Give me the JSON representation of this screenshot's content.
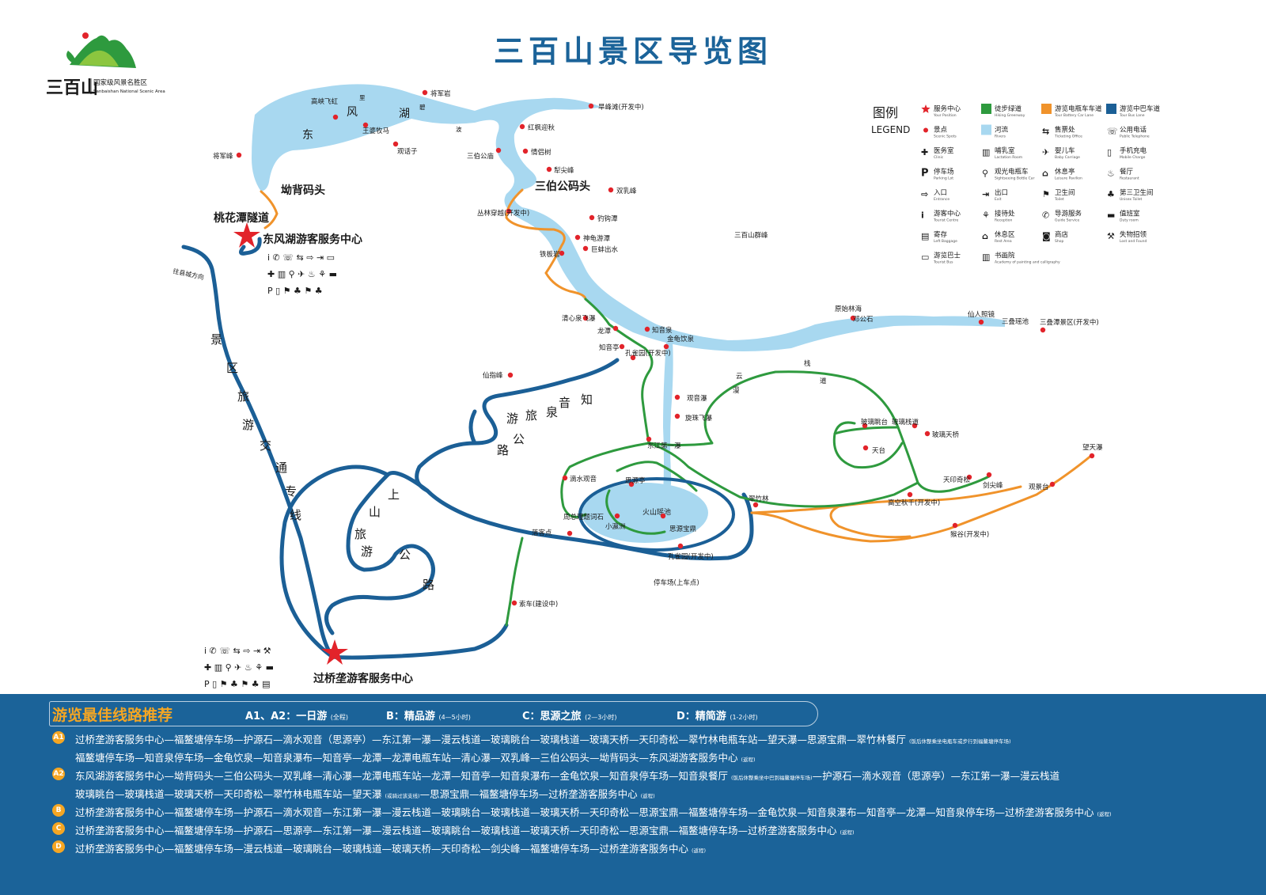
{
  "title": "三百山景区导览图",
  "logo": {
    "name": "三百山",
    "subtitle_cn": "国家级风景名胜区",
    "subtitle_en": "Sanbaishan National Scenic Area"
  },
  "legend": {
    "title_cn": "图例",
    "title_en": "LEGEND",
    "items": [
      {
        "cn": "服务中心",
        "en": "Your Position",
        "icon": "star-icon"
      },
      {
        "cn": "徒步绿道",
        "en": "Hiking Greenway",
        "icon": "green-swatch"
      },
      {
        "cn": "游览电瓶车车道",
        "en": "Tour Battery Car Lane",
        "icon": "orange-swatch"
      },
      {
        "cn": "游览中巴车道",
        "en": "Tour Bus Lane",
        "icon": "blue-swatch"
      },
      {
        "cn": "景点",
        "en": "Scenic Spots",
        "icon": "red-dot"
      },
      {
        "cn": "河流",
        "en": "Rivers",
        "icon": "river-swatch"
      },
      {
        "cn": "售票处",
        "en": "Ticketing Office",
        "icon": "ticket-icon"
      },
      {
        "cn": "公用电话",
        "en": "Public Telephone",
        "icon": "phone-icon"
      },
      {
        "cn": "医务室",
        "en": "Clinic",
        "icon": "cross-icon"
      },
      {
        "cn": "哺乳室",
        "en": "Lactation Room",
        "icon": "baby-bottle-icon"
      },
      {
        "cn": "婴儿车",
        "en": "Baby Carriage",
        "icon": "stroller-icon"
      },
      {
        "cn": "手机充电",
        "en": "Mobile Charge",
        "icon": "charge-icon"
      },
      {
        "cn": "停车场",
        "en": "Parking Lot",
        "icon": "parking-icon"
      },
      {
        "cn": "观光电瓶车",
        "en": "Sightseeing Bottle Car",
        "icon": "cart-icon"
      },
      {
        "cn": "休息亭",
        "en": "Leisure Pavilion",
        "icon": "pavilion-icon"
      },
      {
        "cn": "餐厅",
        "en": "Restaurant",
        "icon": "restaurant-icon"
      },
      {
        "cn": "入口",
        "en": "Entrance",
        "icon": "entrance-icon"
      },
      {
        "cn": "出口",
        "en": "Exit",
        "icon": "exit-icon"
      },
      {
        "cn": "卫生间",
        "en": "Toilet",
        "icon": "toilet-icon"
      },
      {
        "cn": "第三卫生间",
        "en": "Unisex Toilet",
        "icon": "unisex-toilet-icon"
      },
      {
        "cn": "游客中心",
        "en": "Tourist Centre",
        "icon": "info-icon"
      },
      {
        "cn": "接待处",
        "en": "Reception",
        "icon": "reception-icon"
      },
      {
        "cn": "导游服务",
        "en": "Guide Service",
        "icon": "guide-icon"
      },
      {
        "cn": "值班室",
        "en": "Duty room",
        "icon": "duty-icon"
      },
      {
        "cn": "寄存",
        "en": "Left Baggage",
        "icon": "baggage-icon"
      },
      {
        "cn": "休息区",
        "en": "Rest Area",
        "icon": "rest-icon"
      },
      {
        "cn": "商店",
        "en": "Shop",
        "icon": "shop-icon"
      },
      {
        "cn": "失物招领",
        "en": "Lost and Found",
        "icon": "lost-found-icon"
      },
      {
        "cn": "游览巴士",
        "en": "Tourist Bus",
        "icon": "bus-icon"
      },
      {
        "cn": "书画院",
        "en": "Academy of painting and calligraphy",
        "icon": "academy-icon"
      }
    ]
  },
  "hubs": {
    "dongfenghu": "东风湖游客服务中心",
    "guoqiaolei": "过桥垄游客服务中心",
    "taohuatan": "桃花潭隧道",
    "aobei": "坳背码头",
    "sanbogong": "三伯公码头",
    "park_up": "停车场(上车点)"
  },
  "lakes": {
    "dongfeng": [
      "东",
      "风",
      "湖",
      "碧",
      "波",
      "里"
    ],
    "huoshan": "火山瑶池"
  },
  "roads": {
    "jingqu": [
      "景",
      "区",
      "旅",
      "游",
      "交",
      "通",
      "专",
      "线"
    ],
    "zhiyinquan": [
      "知",
      "音",
      "泉",
      "旅",
      "游",
      "公",
      "路"
    ],
    "shangshan": [
      "上",
      "山",
      "旅",
      "游",
      "公",
      "路"
    ],
    "direction": "往县城方向"
  },
  "spots": {
    "jiangjunyan": "将军岩",
    "gaoxiafeihong": "高峡飞虹",
    "wangkongmu": "王婆牧马",
    "guanhuazi": "观话子",
    "jiangjunfeng": "将军峰",
    "hanfengtan": "旱峰滩(开发中)",
    "hongfengying": "红枫迎秋",
    "qinglv": "情侣树",
    "sanbogongmiao": "三伯公庙",
    "lijianfeng": "犁尖峰",
    "shuangrufeng": "双乳峰",
    "conglinchuanyue": "丛林穿越(开发中)",
    "diaogoutan": "钓钩潭",
    "shenguiyoutan": "神龟游潭",
    "jubangchushui": "巨蚌出水",
    "tiebanyan": "铁板岩",
    "qingxinpu": "清心泉飞瀑",
    "longtan": "龙潭",
    "zhiyinquan": "知音泉",
    "zhiyinting": "知音亭",
    "jinguiyinquan": "金龟饮泉",
    "kongqueyuan": "孔雀园(开发中)",
    "xianzhifeng": "仙指峰",
    "sanbaishanqunfeng": "三百山群峰",
    "yuanshilinhai": "原始林海",
    "denggongshi": "邓公石",
    "xianrenzhaojing": "仙人照镜",
    "sandieyaochi": "三叠瑶池",
    "sandietan": "三叠潭景区(开发中)",
    "guanyinpu": "观音瀑",
    "xuanzhupu": "旋珠飞瀑",
    "dongjiangdiyipu": "东江第一瀑",
    "dishuiguanyin": "滴水观音",
    "siyuanting": "思源亭",
    "xiaoyingzhou": "小瀛洲",
    "siyuanbaoding": "思源宝鼎",
    "kongqueyuan2": "孔雀园(开发中)",
    "cuizhulin": "翠竹林",
    "boliguantai": "玻璃眺台",
    "bolizhandao": "玻璃栈道",
    "bolitianqiao": "玻璃天桥",
    "tiantai": "天台",
    "tianyinqisong": "天印奇松",
    "jianjianfeng": "剑尖峰",
    "gaokongqiuqian": "高空秋千(开发中)",
    "guanjingtai": "观景台",
    "wangtianpu": "望天瀑",
    "baogu": "猴谷(开发中)",
    "zhouzongli": "周总理题词石",
    "luokedian": "落客点",
    "suoche": "索车(建设中)",
    "yunyun": [
      "云",
      "漫",
      "栈",
      "道"
    ]
  },
  "routes_panel": {
    "heading": "游览最佳线路推荐",
    "tours": [
      {
        "name": "A1、A2：一日游",
        "note": "(全程)"
      },
      {
        "name": "B：精品游",
        "note": "(4—5小时)"
      },
      {
        "name": "C：思源之旅",
        "note": "(2—3小时)"
      },
      {
        "name": "D：精简游",
        "note": "(1-2小时)"
      }
    ],
    "lines": [
      {
        "badge": "A1",
        "text": "过桥垄游客服务中心—福鳌塘停车场—护源石—滴水观音（思源亭）—东江第一瀑—漫云栈道—玻璃眺台—玻璃栈道—玻璃天桥—天印奇松—翠竹林电瓶车站—望天瀑—思源宝鼎—翠竹林餐厅",
        "note": "(饭后休整乘坐电瓶车或步行到福鳌塘停车场)"
      },
      {
        "badge": "",
        "text": "福鳌塘停车场—知音泉停车场—金龟饮泉—知音泉瀑布—知音亭—龙潭—龙潭电瓶车站—清心瀑—双乳峰—三伯公码头—坳背码头—东风湖游客服务中心",
        "note": "(返程)"
      },
      {
        "badge": "A2",
        "text": "东风湖游客服务中心—坳背码头—三伯公码头—双乳峰—清心瀑—龙潭电瓶车站—龙潭—知音亭—知音泉瀑布—金龟饮泉—知音泉停车场—知音泉餐厅",
        "note": "(饭后休整乘坐中巴到福鳌塘停车场)",
        "tail": "—护源石—滴水观音（思源亭）—东江第一瀑—漫云栈道"
      },
      {
        "badge": "",
        "text": "玻璃眺台—玻璃栈道—玻璃天桥—天印奇松—翠竹林电瓶车站—望天瀑",
        "note": "(或骑过该支线)",
        "tail": "—思源宝鼎—福鳌塘停车场—过桥垄游客服务中心",
        "note2": "(返程)"
      },
      {
        "badge": "B",
        "text": "过桥垄游客服务中心—福鳌塘停车场—护源石—滴水观音—东江第一瀑—漫云栈道—玻璃眺台—玻璃栈道—玻璃天桥—天印奇松—思源宝鼎—福鳌塘停车场—金龟饮泉—知音泉瀑布—知音亭—龙潭—知音泉停车场—过桥垄游客服务中心",
        "note": "(返程)"
      },
      {
        "badge": "C",
        "text": "过桥垄游客服务中心—福鳌塘停车场—护源石—思源亭—东江第一瀑—漫云栈道—玻璃眺台—玻璃栈道—玻璃天桥—天印奇松—思源宝鼎—福鳌塘停车场—过桥垄游客服务中心",
        "note": "(返程)"
      },
      {
        "badge": "D",
        "text": "过桥垄游客服务中心—福鳌塘停车场—漫云栈道—玻璃眺台—玻璃栈道—玻璃天桥—天印奇松—剑尖峰—福鳌塘停车场—过桥垄游客服务中心",
        "note": "(返程)"
      }
    ]
  },
  "colors": {
    "title_blue": "#1b6399",
    "bus_lane": "#1b5f96",
    "green_way": "#2e9a3e",
    "battery_lane": "#f0932b",
    "river": "#a8d8f0",
    "spot_red": "#e2232a",
    "accent_orange": "#f5a623"
  }
}
